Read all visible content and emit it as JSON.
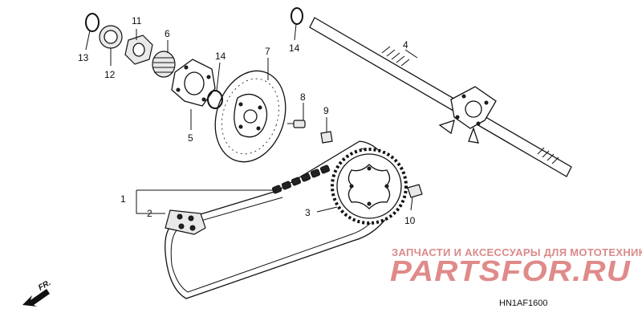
{
  "diagram": {
    "callouts": [
      {
        "id": "c1",
        "label": "1"
      },
      {
        "id": "c2",
        "label": "2"
      },
      {
        "id": "c3",
        "label": "3"
      },
      {
        "id": "c4",
        "label": "4"
      },
      {
        "id": "c5",
        "label": "5"
      },
      {
        "id": "c6",
        "label": "6"
      },
      {
        "id": "c7",
        "label": "7"
      },
      {
        "id": "c8",
        "label": "8"
      },
      {
        "id": "c9",
        "label": "9"
      },
      {
        "id": "c10",
        "label": "10"
      },
      {
        "id": "c11",
        "label": "11"
      },
      {
        "id": "c12",
        "label": "12"
      },
      {
        "id": "c13",
        "label": "13"
      },
      {
        "id": "c14a",
        "label": "14"
      },
      {
        "id": "c14b",
        "label": "14"
      }
    ],
    "direction_marker": "FR.",
    "diagram_code": "HN1AF1600"
  },
  "watermark": {
    "subtitle": "ЗАПЧАСТИ И АКСЕССУАРЫ ДЛЯ МОТОТЕХНИКИ",
    "logo_text": "PARTSFOR.RU",
    "color": "#e08a8a"
  }
}
